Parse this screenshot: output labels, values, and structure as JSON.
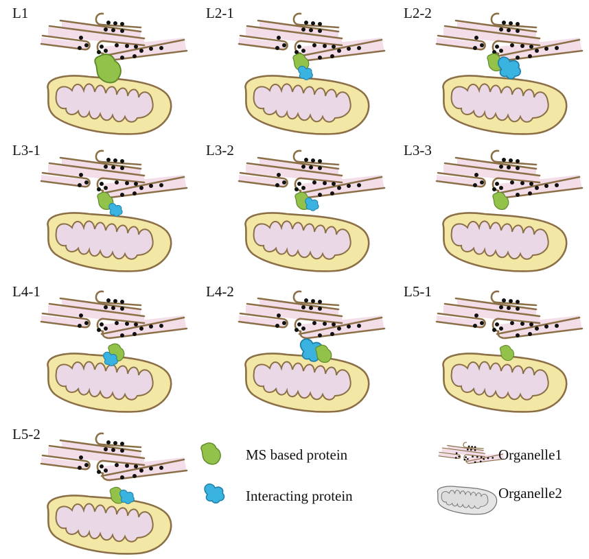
{
  "panels": [
    {
      "id": "L1",
      "label": "L1",
      "ms": true,
      "interacting": false
    },
    {
      "id": "L2-1",
      "label": "L2-1",
      "ms": true,
      "interacting": true
    },
    {
      "id": "L2-2",
      "label": "L2-2",
      "ms": true,
      "interacting": true
    },
    {
      "id": "L3-1",
      "label": "L3-1",
      "ms": true,
      "interacting": true
    },
    {
      "id": "L3-2",
      "label": "L3-2",
      "ms": true,
      "interacting": true
    },
    {
      "id": "L3-3",
      "label": "L3-3",
      "ms": true,
      "interacting": false
    },
    {
      "id": "L4-1",
      "label": "L4-1",
      "ms": true,
      "interacting": true
    },
    {
      "id": "L4-2",
      "label": "L4-2",
      "ms": true,
      "interacting": true
    },
    {
      "id": "L5-1",
      "label": "L5-1",
      "ms": true,
      "interacting": false
    },
    {
      "id": "L5-2",
      "label": "L5-2",
      "ms": true,
      "interacting": true
    }
  ],
  "legend": {
    "ms_protein": "MS based protein",
    "interacting_protein": "Interacting protein",
    "organelle1": "Organelle1",
    "organelle2": "Organelle2"
  },
  "colors": {
    "er_fill": "#f3dde8",
    "er_stroke": "#8b6f47",
    "mito_fill": "#f3e7a6",
    "mito_inner": "#ead8e6",
    "ms_green": "#93c24a",
    "interact_blue": "#3bb3e0",
    "dot": "#111111"
  }
}
